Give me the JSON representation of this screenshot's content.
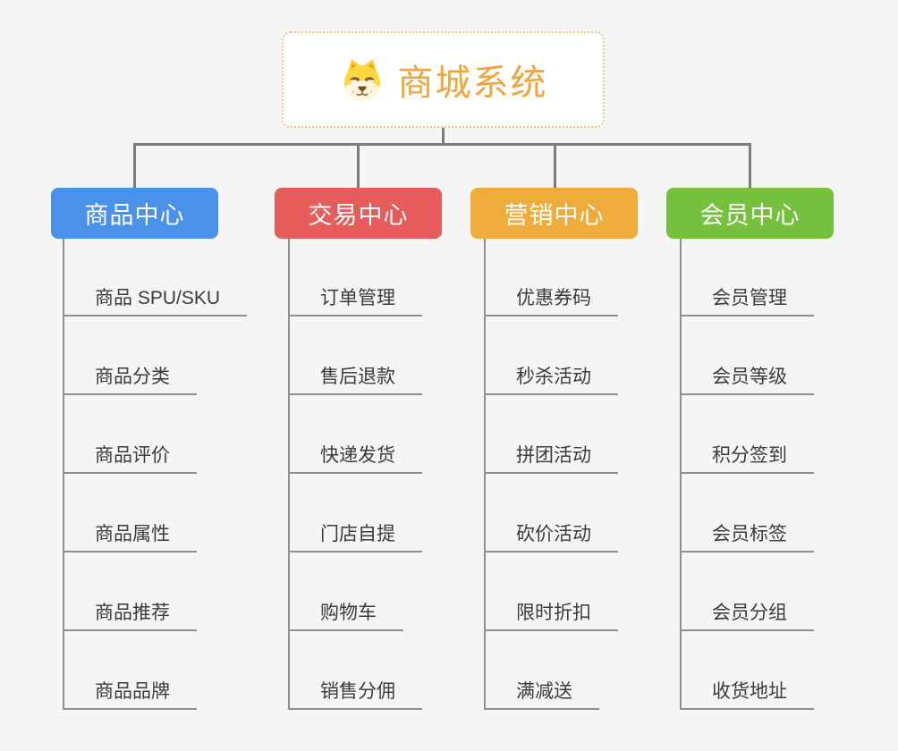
{
  "root": {
    "title": "商城系统",
    "icon": "dog-face-icon"
  },
  "branches": [
    {
      "label": "商品中心",
      "color": "#4a92e9",
      "children": [
        "商品 SPU/SKU",
        "商品分类",
        "商品评价",
        "商品属性",
        "商品推荐",
        "商品品牌"
      ]
    },
    {
      "label": "交易中心",
      "color": "#e55c5a",
      "children": [
        "订单管理",
        "售后退款",
        "快递发货",
        "门店自提",
        "购物车",
        "销售分佣"
      ]
    },
    {
      "label": "营销中心",
      "color": "#eeac3d",
      "children": [
        "优惠券码",
        "秒杀活动",
        "拼团活动",
        "砍价活动",
        "限时折扣",
        "满减送"
      ]
    },
    {
      "label": "会员中心",
      "color": "#75c13d",
      "children": [
        "会员管理",
        "会员等级",
        "积分签到",
        "会员标签",
        "会员分组",
        "收货地址"
      ]
    }
  ],
  "colors": {
    "background": "#f5f5f6",
    "connector": "#7d7d7d",
    "trunk_line": "#909090",
    "root_title": "#f0a53d",
    "root_border": "#f2c582",
    "topic_text": "#3b3b3b"
  }
}
